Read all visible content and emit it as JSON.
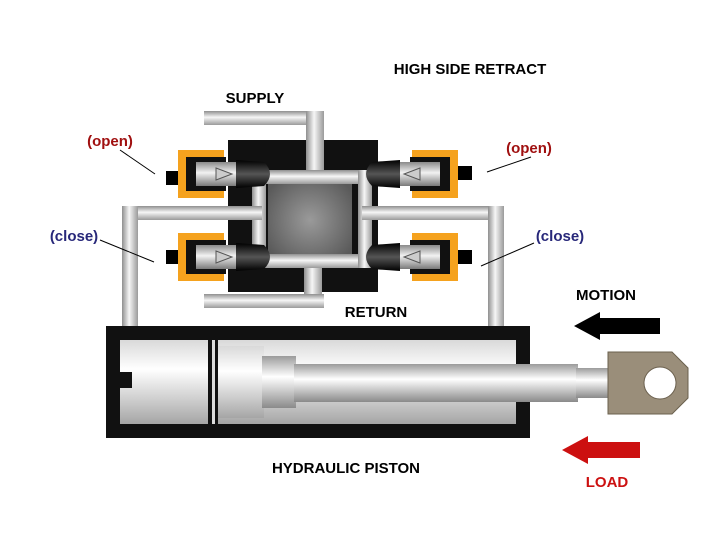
{
  "title": "HIGH SIDE RETRACT",
  "labels": {
    "supply": "SUPPLY",
    "return": "RETURN",
    "piston": "HYDRAULIC PISTON",
    "motion": "MOTION",
    "load": "LOAD"
  },
  "valves": {
    "top_left_state": "(open)",
    "top_right_state": "(open)",
    "bottom_left_state": "(close)",
    "bottom_right_state": "(close)"
  },
  "colors": {
    "open_text": "#a01010",
    "close_text": "#28287a",
    "valve_orange": "#f5a21e",
    "motion_arrow": "#000000",
    "load_arrow": "#cc1010",
    "load_text": "#cc1010",
    "rod_end": "#9a8e7a"
  },
  "arrows": {
    "motion_direction": "left",
    "load_direction": "left"
  }
}
